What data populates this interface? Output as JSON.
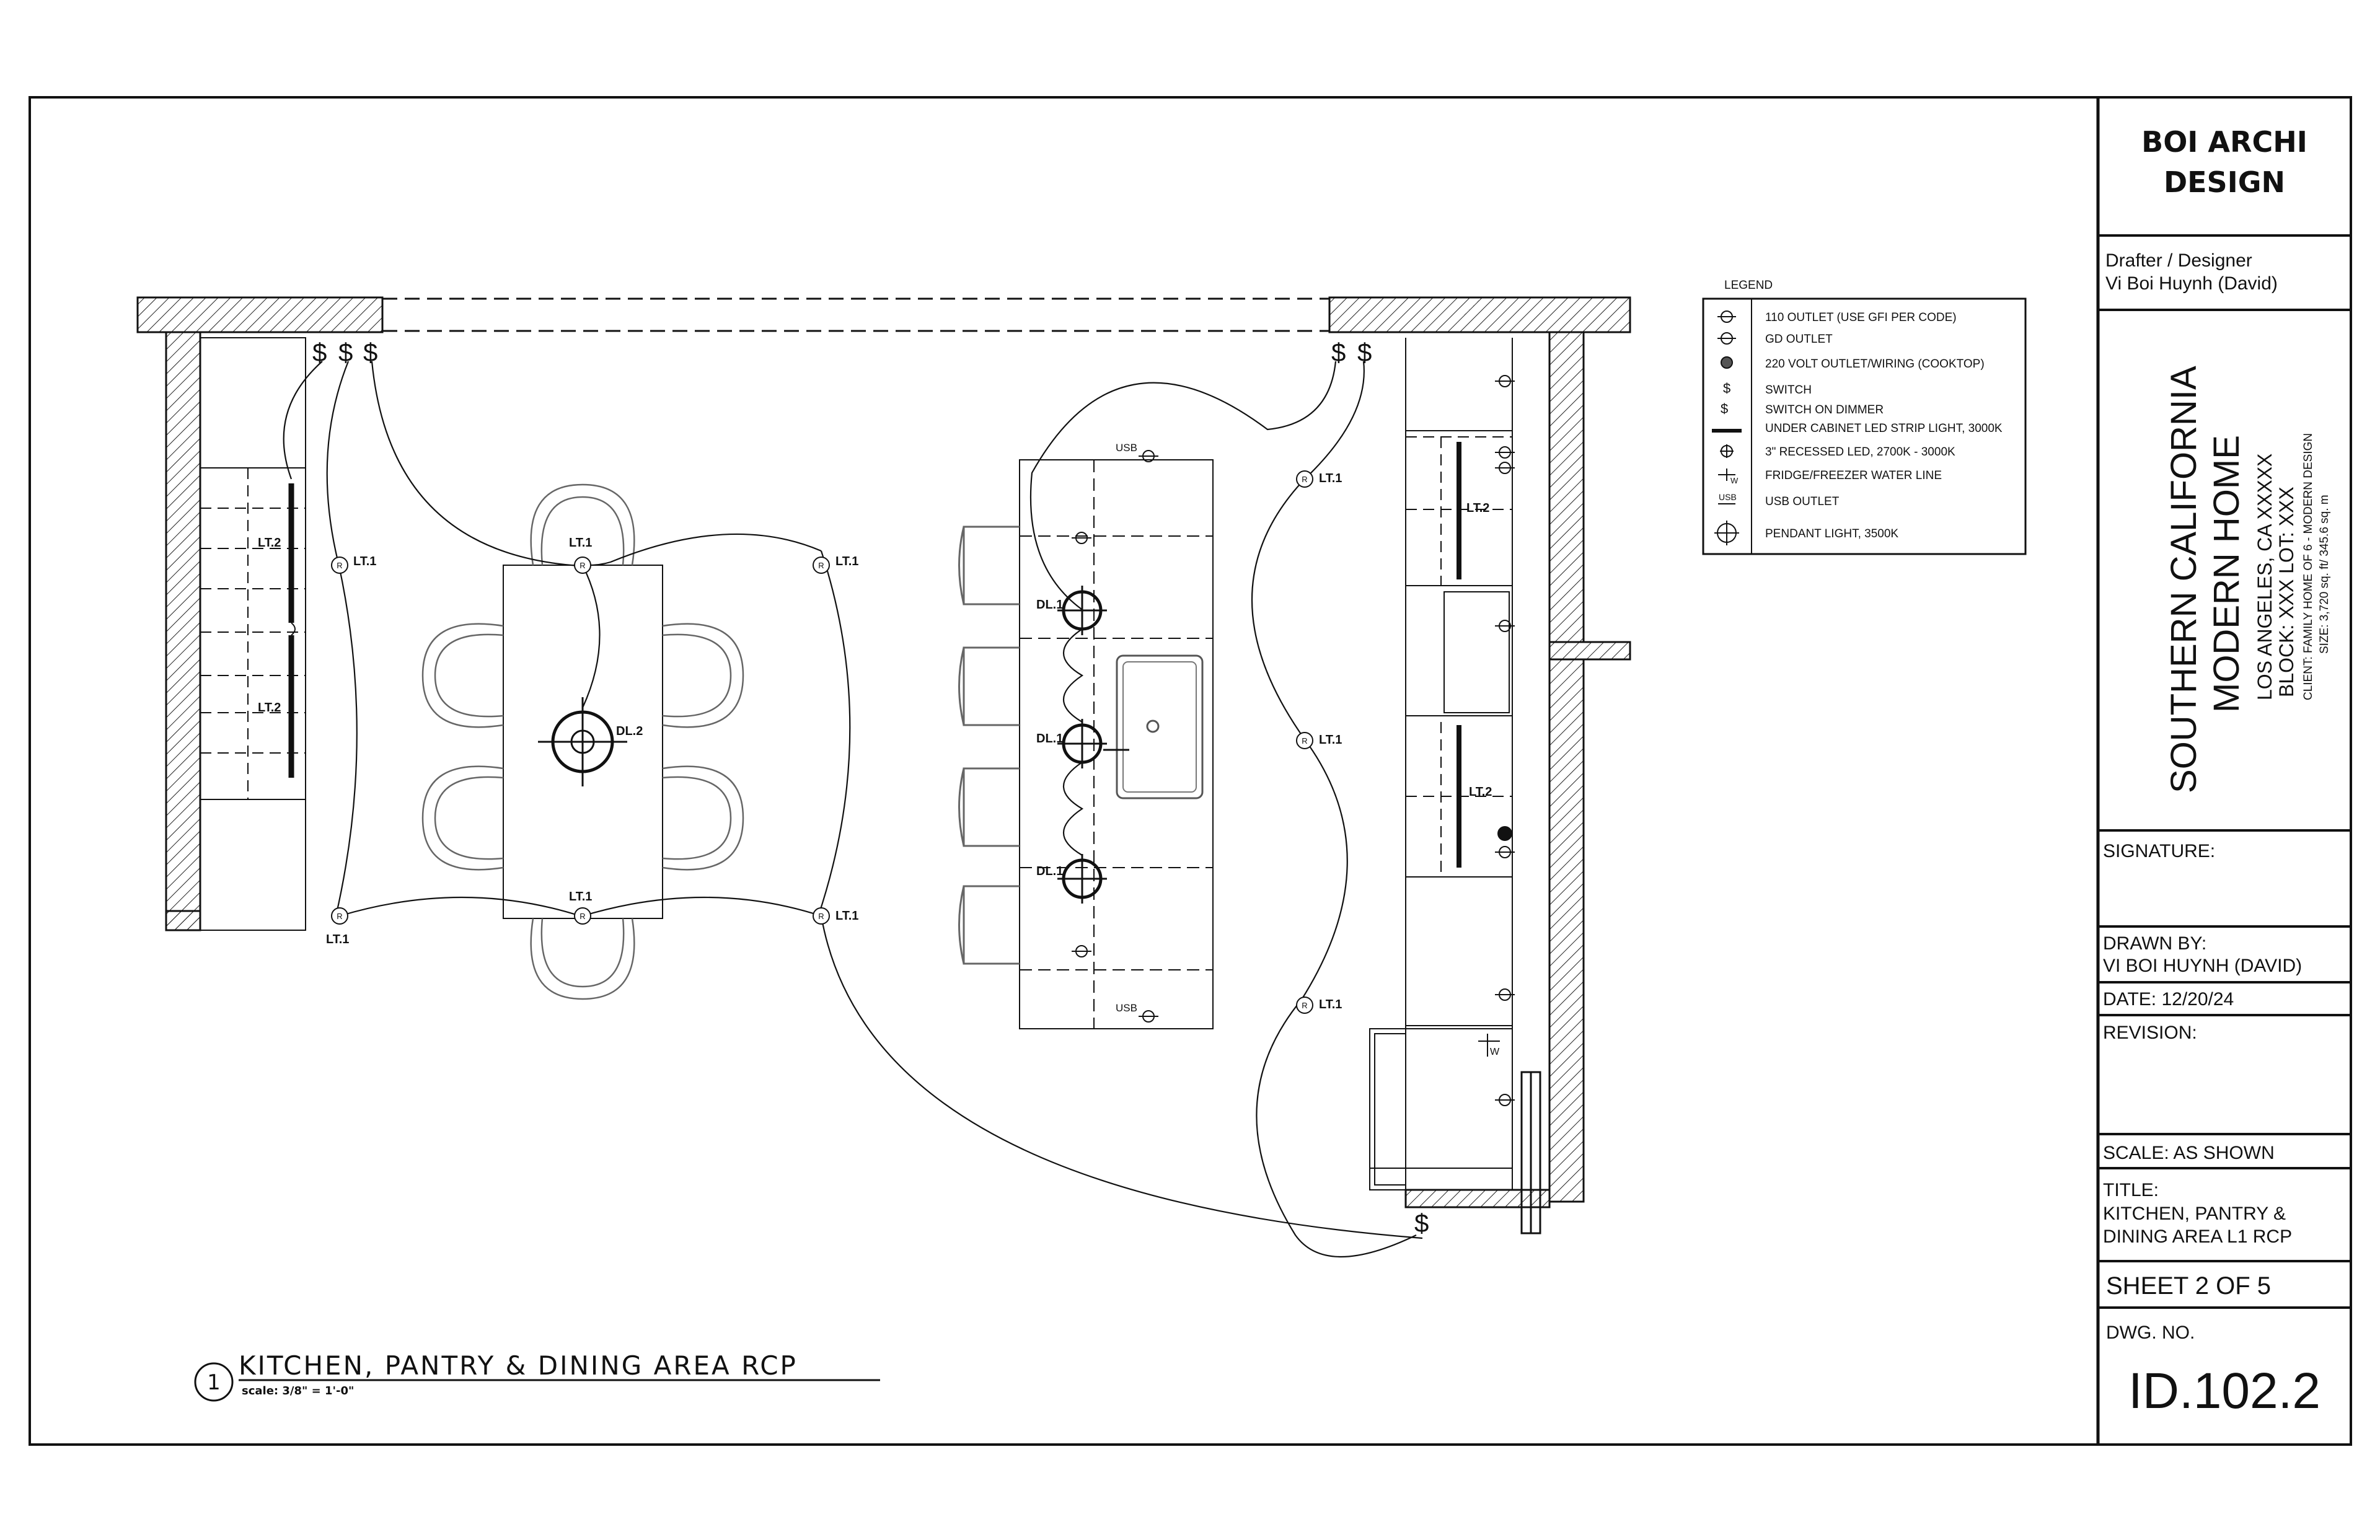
{
  "firm": {
    "line1": "BOI ARCHI",
    "line2": "DESIGN"
  },
  "drafter": {
    "role": "Drafter / Designer",
    "name": "Vi Boi Huynh (David)"
  },
  "project": {
    "title1": "SOUTHERN CALIFORNIA",
    "title2": "MODERN HOME",
    "city": "LOS ANGELES, CA XXXXX",
    "block_lot": "BLOCK: XXX          LOT: XXX",
    "client": "CLIENT: FAMILY HOME OF 6 - MODERN DESIGN",
    "size": "SIZE: 3,720 sq. ft/ 345.6 sq. m"
  },
  "signature_label": "SIGNATURE:",
  "drawn_by": {
    "label": "DRAWN BY:",
    "name": "VI BOI HUYNH (DAVID)"
  },
  "date": "DATE: 12/20/24",
  "revision": "REVISION:",
  "scale": "SCALE: AS SHOWN",
  "sheet_title": {
    "label": "TITLE:",
    "line1": "KITCHEN,  PANTRY  &",
    "line2": "DINING AREA L1 RCP"
  },
  "sheet_no": "SHEET 2 OF 5",
  "dwg": {
    "label": "DWG. NO.",
    "number": "ID.102.2"
  },
  "legend": {
    "title": "LEGEND",
    "items": [
      "110 OUTLET (USE GFI PER CODE)",
      "GD OUTLET",
      "220 VOLT OUTLET/WIRING (COOKTOP)",
      "SWITCH",
      "SWITCH ON DIMMER",
      "UNDER CABINET LED STRIP LIGHT, 3000K",
      "3\" RECESSED LED, 2700K - 3000K",
      "FRIDGE/FREEZER WATER LINE",
      "USB OUTLET",
      "PENDANT LIGHT, 3500K"
    ]
  },
  "drawing_title": {
    "number": "1",
    "text": "KITCHEN, PANTRY & DINING AREA RCP",
    "scale": "scale: 3/8\" = 1'-0\""
  },
  "labels": {
    "lt1": "LT.1",
    "lt2": "LT.2",
    "dl1": "DL.1",
    "dl2": "DL.2",
    "usb": "USB",
    "switch": "$",
    "w": "W",
    "r": "R"
  }
}
